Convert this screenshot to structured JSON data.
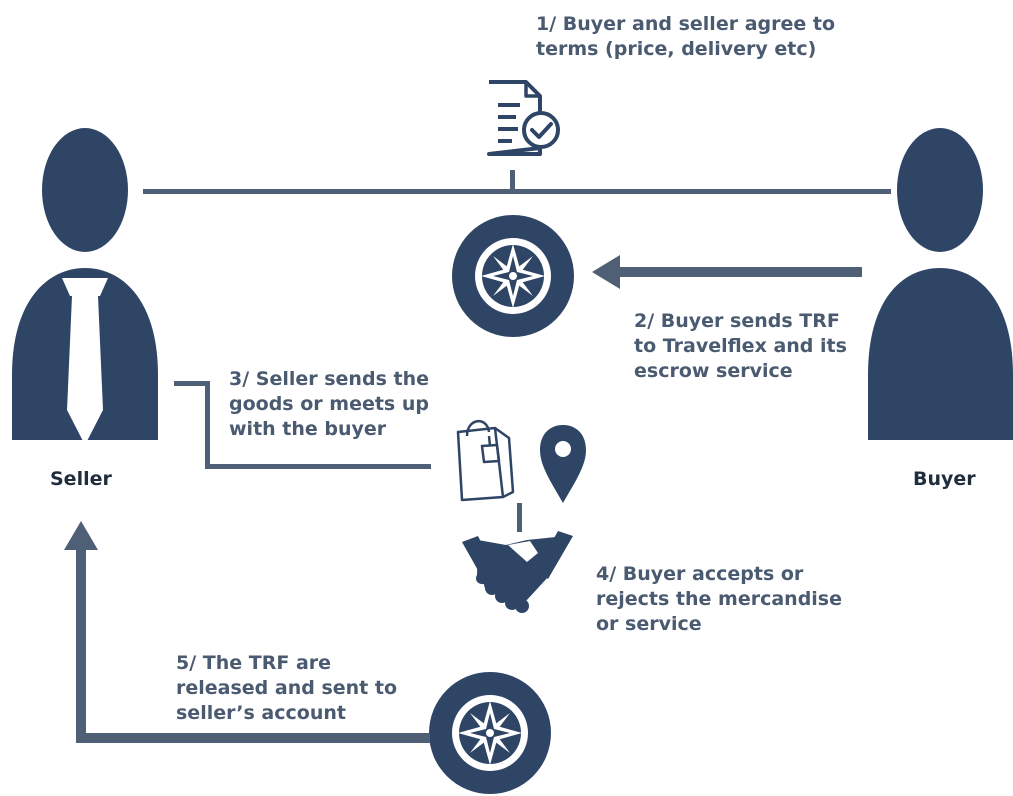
{
  "colors": {
    "navy": "#2e4566",
    "connector": "#4f5f76",
    "text": "#4a5a70",
    "role_text": "#1f2d3d",
    "background": "#ffffff"
  },
  "actors": {
    "seller": {
      "label": "Seller",
      "icon": "businessman-icon"
    },
    "buyer": {
      "label": "Buyer",
      "icon": "person-icon"
    }
  },
  "steps": [
    {
      "id": 1,
      "text": "1/ Buyer and seller agree to\nterms (price, delivery etc)",
      "icon": "contract-check-icon"
    },
    {
      "id": 2,
      "text": "2/ Buyer sends TRF\nto Travelflex and its\nescrow service",
      "icon": "compass-icon"
    },
    {
      "id": 3,
      "text": "3/ Seller sends the\ngoods or meets up\nwith the buyer",
      "icons": [
        "shopping-bag-icon",
        "location-pin-icon"
      ]
    },
    {
      "id": 4,
      "text": "4/ Buyer accepts or\nrejects the mercandise\nor service",
      "icon": "handshake-icon"
    },
    {
      "id": 5,
      "text": "5/ The TRF are\nreleased and sent to\nseller’s account",
      "icon": "compass-icon"
    }
  ]
}
